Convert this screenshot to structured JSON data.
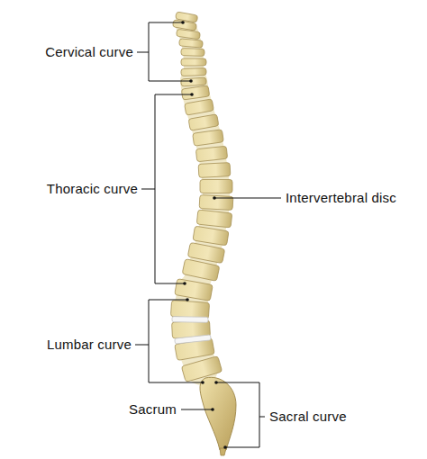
{
  "diagram": {
    "labels": [
      "Cervical curve",
      "Thoracic curve",
      "Intervertebral disc",
      "Lumbar curve",
      "Sacrum",
      "Sacral curve"
    ]
  }
}
